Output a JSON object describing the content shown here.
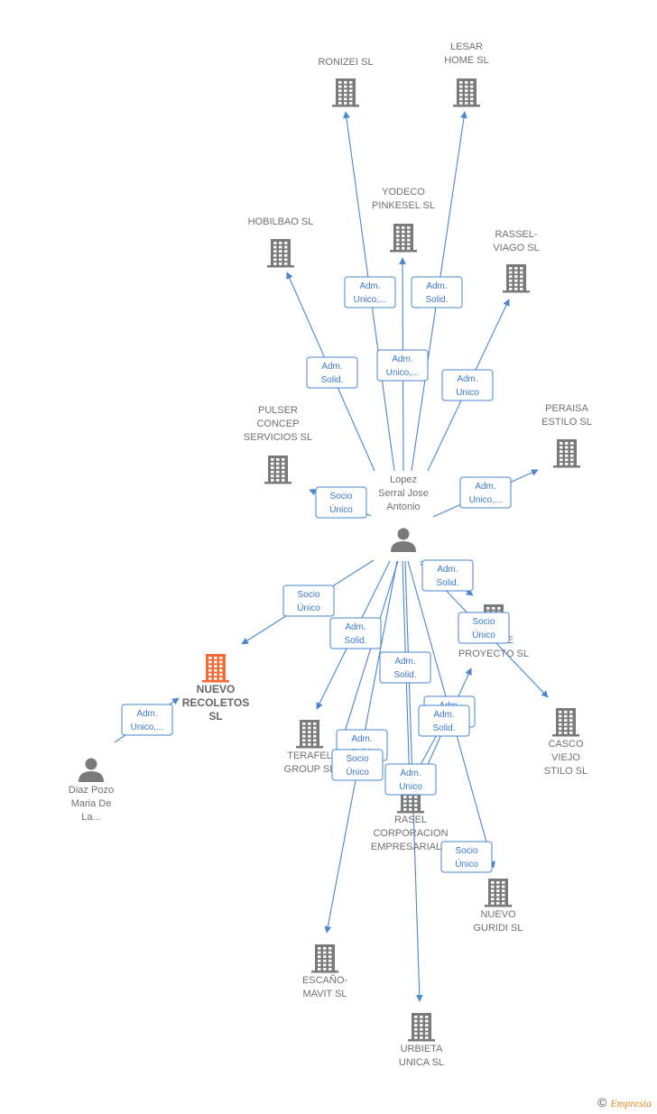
{
  "colors": {
    "edge": "#4a86d0",
    "building": "#7a7a7a",
    "highlight": "#f26a35",
    "person": "#7a7a7a"
  },
  "nodes": [
    {
      "id": "ronizei",
      "type": "company",
      "lines": [
        "RONIZEI  SL"
      ]
    },
    {
      "id": "lesar",
      "type": "company",
      "lines": [
        "LESAR",
        "HOME  SL"
      ]
    },
    {
      "id": "yodeco",
      "type": "company",
      "lines": [
        "YODECO",
        "PINKESEL  SL"
      ]
    },
    {
      "id": "hobilbao",
      "type": "company",
      "lines": [
        "HOBILBAO SL"
      ]
    },
    {
      "id": "rassel",
      "type": "company",
      "lines": [
        "RASSEL-",
        "VIAGO SL"
      ]
    },
    {
      "id": "pulser",
      "type": "company",
      "lines": [
        "PULSER",
        "CONCEP",
        "SERVICIOS SL"
      ]
    },
    {
      "id": "peraisa",
      "type": "company",
      "lines": [
        "PERAISA",
        "ESTILO  SL"
      ]
    },
    {
      "id": "lopez",
      "type": "person",
      "lines": [
        "Lopez",
        "Serral Jose",
        "Antonio"
      ]
    },
    {
      "id": "fudete",
      "type": "company",
      "lines": [
        "FUDETE",
        "PROYECTO  SL"
      ]
    },
    {
      "id": "nuevo_recoletos",
      "type": "company",
      "highlight": true,
      "lines": [
        "NUEVO",
        "RECOLETOS",
        "SL"
      ]
    },
    {
      "id": "casco",
      "type": "company",
      "lines": [
        "CASCO",
        "VIEJO",
        "STILO  SL"
      ]
    },
    {
      "id": "terafel",
      "type": "company",
      "lines": [
        "TERAFEL",
        "GROUP SL"
      ]
    },
    {
      "id": "diaz",
      "type": "person",
      "lines": [
        "Diaz Pozo",
        "Maria De",
        "La..."
      ]
    },
    {
      "id": "rasel",
      "type": "company",
      "lines": [
        "RASEL",
        "CORPORACION",
        "EMPRESARIAL S"
      ]
    },
    {
      "id": "nuevo_guridi",
      "type": "company",
      "lines": [
        "NUEVO",
        "GURIDI  SL"
      ]
    },
    {
      "id": "escano",
      "type": "company",
      "lines": [
        "ESCAÑO-",
        "MAVIT SL"
      ]
    },
    {
      "id": "urbieta",
      "type": "company",
      "lines": [
        "URBIETA",
        "UNICA  SL"
      ]
    }
  ],
  "edges": [
    {
      "id": "e_ronizei",
      "lines": [
        "Adm.",
        "Unico,..."
      ]
    },
    {
      "id": "e_lesar",
      "lines": [
        "Adm.",
        "Solid."
      ]
    },
    {
      "id": "e_yodeco",
      "lines": [
        "Adm.",
        "Unico,..."
      ]
    },
    {
      "id": "e_hobilbao",
      "lines": [
        "Adm.",
        "Solid."
      ]
    },
    {
      "id": "e_rassel",
      "lines": [
        "Adm.",
        "Unico"
      ]
    },
    {
      "id": "e_pulser",
      "lines": [
        "Socio",
        "Único"
      ]
    },
    {
      "id": "e_peraisa",
      "lines": [
        "Adm.",
        "Unico,..."
      ]
    },
    {
      "id": "e_fudete",
      "lines": [
        "Adm.",
        "Solid."
      ]
    },
    {
      "id": "e_casco",
      "lines": [
        "Socio",
        "Único"
      ]
    },
    {
      "id": "e_nuevo_recoletos",
      "lines": [
        "Socio",
        "Único"
      ]
    },
    {
      "id": "e_terafel",
      "lines": [
        "Adm.",
        "Solid."
      ]
    },
    {
      "id": "e_diaz",
      "lines": [
        "Adm.",
        "Unico,..."
      ]
    },
    {
      "id": "e_urbieta",
      "lines": [
        "Adm.",
        "Solid."
      ]
    },
    {
      "id": "e_rasel_a",
      "lines": [
        "Adm.",
        "Unico"
      ]
    },
    {
      "id": "e_rasel_b",
      "lines": [
        "Adm.",
        "Solid."
      ]
    },
    {
      "id": "e_rasel_c",
      "lines": [
        "Adm.",
        "Solid."
      ]
    },
    {
      "id": "e_escano_a",
      "lines": [
        "Adm.",
        "Solid."
      ]
    },
    {
      "id": "e_escano_b",
      "lines": [
        "Socio",
        "Único"
      ]
    },
    {
      "id": "e_guridi",
      "lines": [
        "Socio",
        "Único"
      ]
    }
  ],
  "footer": {
    "copyright": "©",
    "brand": "Empresia"
  }
}
